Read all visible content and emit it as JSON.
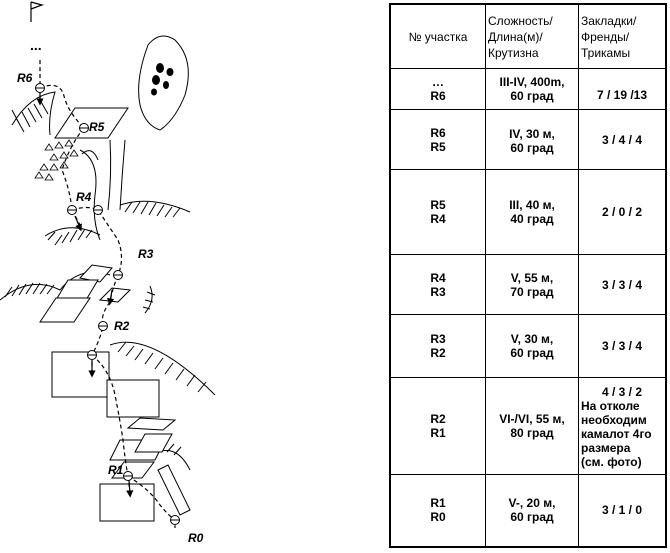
{
  "topo": {
    "stations": [
      "R6",
      "R5",
      "R4",
      "R3",
      "R2",
      "R1",
      "R0"
    ],
    "dots": "..."
  },
  "table": {
    "headers": {
      "section": "№ участка",
      "difficulty": [
        "Сложность/",
        "Длина(м)/",
        "Крутизна"
      ],
      "gear": [
        "Закладки/",
        "Френды/",
        "Трикамы"
      ]
    },
    "rows": [
      {
        "section": [
          "…",
          "R6"
        ],
        "difficulty": [
          "III-IV, 400m,",
          "60 град"
        ],
        "gear": [
          "7 / 19 /13"
        ]
      },
      {
        "section": [
          "R6",
          "R5"
        ],
        "difficulty": [
          "IV, 30 м,",
          "60 град"
        ],
        "gear": [
          "3 / 4 / 4"
        ]
      },
      {
        "section": [
          "R5",
          "R4"
        ],
        "difficulty": [
          "III, 40 м,",
          "40 град"
        ],
        "gear": [
          "2 / 0 / 2"
        ]
      },
      {
        "section": [
          "R4",
          "R3"
        ],
        "difficulty": [
          "V, 55 м,",
          "70 град"
        ],
        "gear": [
          "3 / 3 / 4"
        ]
      },
      {
        "section": [
          "R3",
          "R2"
        ],
        "difficulty": [
          "V, 30 м,",
          "60 град"
        ],
        "gear": [
          "3 / 3 / 4"
        ]
      },
      {
        "section": [
          "R2",
          "R1"
        ],
        "difficulty": [
          "VI-/VI, 55 м,",
          "80 град"
        ],
        "gear": [
          "4 / 3 / 2",
          "На отколе",
          "необходим",
          "камалот 4го",
          "размера",
          "(см. фото)"
        ]
      },
      {
        "section": [
          "R1",
          "R0"
        ],
        "difficulty": [
          "V-, 20 м,",
          "60 град"
        ],
        "gear": [
          "3 / 1 / 0"
        ]
      }
    ]
  }
}
